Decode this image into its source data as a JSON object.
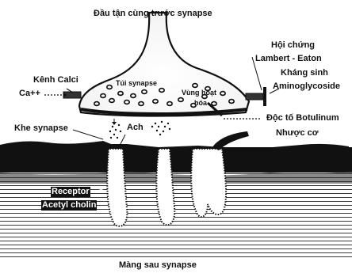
{
  "labels": {
    "top": "Đầu tận cùng trước synapse",
    "calcium_channel": "Kênh Calci",
    "calcium_ion": "Ca++",
    "vesicle": "Túi synapse",
    "active_zone_line1": "Vùng hoạt",
    "active_zone_line2": "hóa",
    "lambert_line1": "Hội chứng",
    "lambert_line2": "Lambert - Eaton",
    "antibiotic_line1": "Kháng sinh",
    "antibiotic_line2": "Aminoglycoside",
    "botulinum": "Độc tố Botulinum",
    "cleft": "Khe synapse",
    "ach": "Ach",
    "myasthenia": "Nhược cơ",
    "receptor_line1": "Receptor",
    "receptor_line2": "Acetyl cholin",
    "bottom": "Màng sau synapse"
  }
}
